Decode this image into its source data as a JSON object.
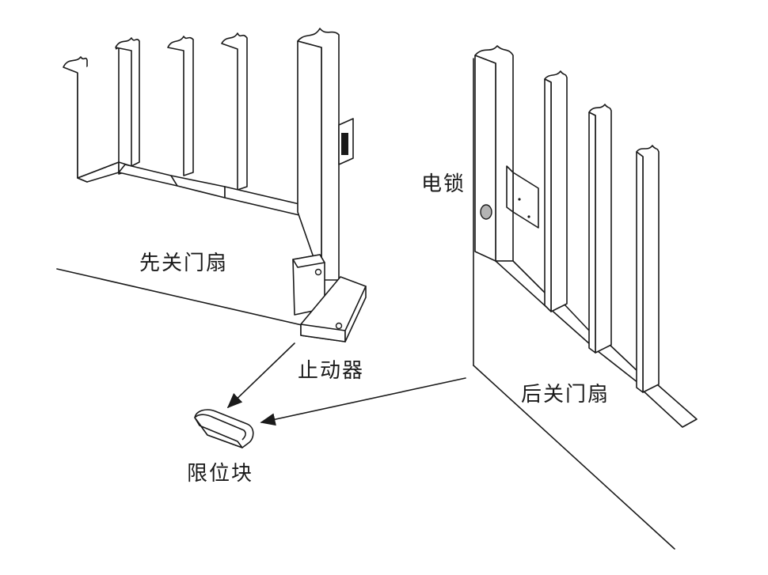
{
  "labels": {
    "first_leaf": "先关门扇",
    "electric_lock": "电锁",
    "stopper": "止动器",
    "second_leaf": "后关门扇",
    "limit_block": "限位块"
  }
}
